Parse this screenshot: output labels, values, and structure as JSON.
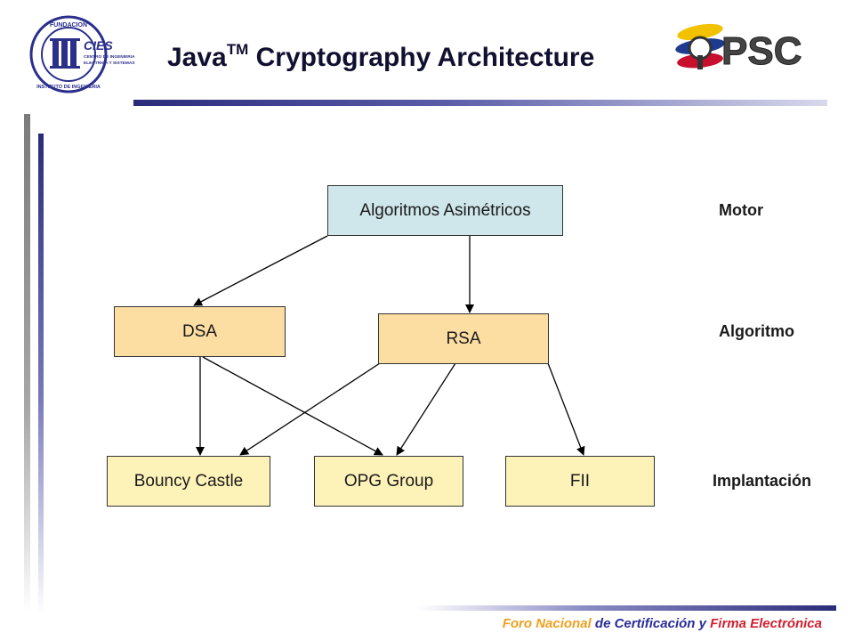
{
  "header": {
    "title_main": "Java",
    "title_sup": "TM",
    "title_rest": " Cryptography Architecture"
  },
  "logos": {
    "left": {
      "ring_top": "FUNDACION",
      "ring_bottom": "INSTITUTO DE INGENIERIA",
      "name": "CIES",
      "line1": "CENTRO DE INGENIERIA",
      "line2": "ELECTRICA Y SISTEMAS"
    },
    "right": {
      "name": "PSC"
    }
  },
  "diagram": {
    "engine": "Algoritmos Asimétricos",
    "algorithms": [
      "DSA",
      "RSA"
    ],
    "implementations": [
      "Bouncy Castle",
      "OPG Group",
      "FII"
    ],
    "levels": [
      "Motor",
      "Algoritmo",
      "Implantación"
    ]
  },
  "footer": {
    "part1": "Foro Nacional",
    "part2": " de Certificación y ",
    "part3": "Firma Electrónica"
  },
  "colors": {
    "engine_box": "#cfe6ea",
    "algorithm_box": "#fcdda2",
    "implementation_box": "#fdf2b8",
    "accent_blue": "#2a2c7a"
  }
}
